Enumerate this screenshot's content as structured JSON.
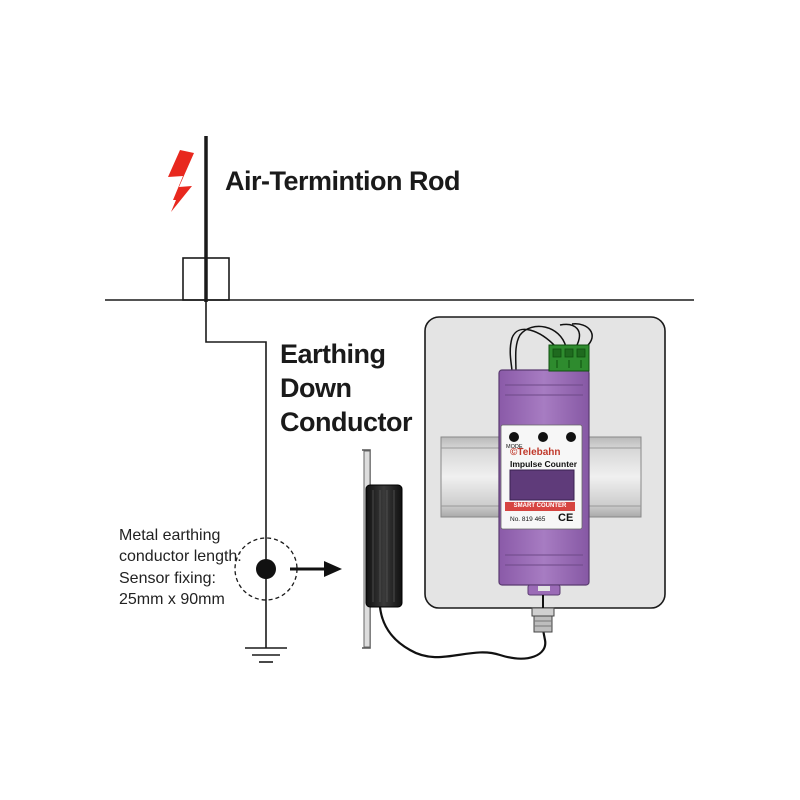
{
  "labels": {
    "rod": "Air-Termintion Rod",
    "down_conductor": [
      "Earthing",
      "Down",
      "Conductor"
    ],
    "metal_note": [
      "Metal earthing",
      "conductor length:",
      "Sensor fixing:",
      "25mm x 90mm"
    ]
  },
  "device": {
    "brand": "©Telebahn",
    "title": "Impulse Counter",
    "band": "SMART COUNTER",
    "number": "No. 819 465",
    "ce": "CE",
    "mode": "MODE"
  },
  "colors": {
    "lightning": "#e8281e",
    "device_body": "#9b6bb7",
    "panel": "#e4e4e4",
    "terminal": "#2e8b2e",
    "line": "#1a1a1a"
  }
}
